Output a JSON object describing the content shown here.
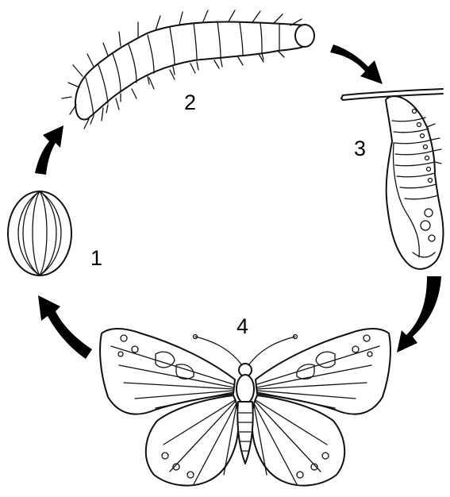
{
  "diagram": {
    "stages": [
      {
        "id": "egg",
        "label": "1"
      },
      {
        "id": "caterpillar",
        "label": "2"
      },
      {
        "id": "chrysalis",
        "label": "3"
      },
      {
        "id": "butterfly",
        "label": "4"
      }
    ],
    "colors": {
      "ink": "#111111",
      "background": "#ffffff",
      "arrow": "#000000"
    }
  }
}
